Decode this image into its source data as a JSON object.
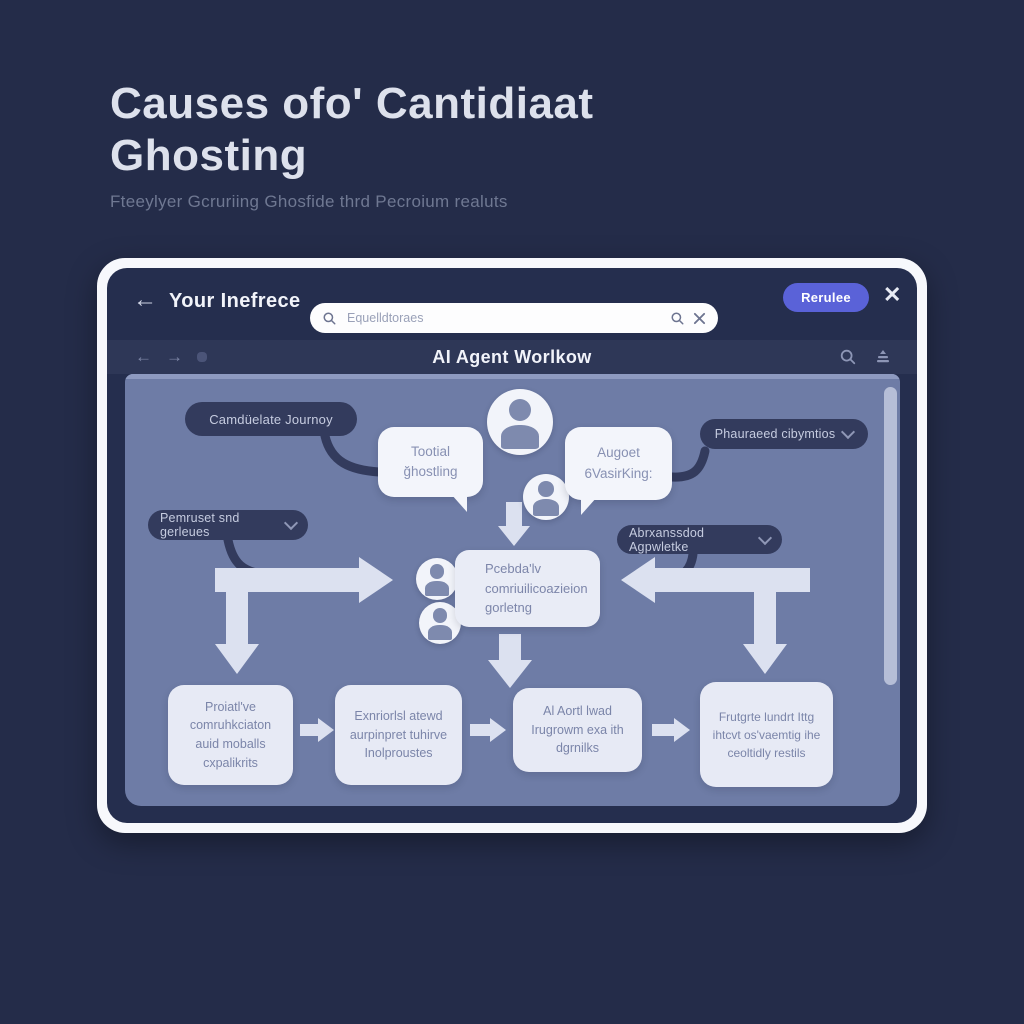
{
  "page": {
    "title_line1": "Causes ofo' Cantidiaat",
    "title_line2": "Ghosting",
    "subtitle": "Fteeylyer Gcruriing Ghosfide thrd Pecroium realuts"
  },
  "window": {
    "header": {
      "back_icon": "←",
      "title": "Your Inefrece",
      "search_placeholder": "Equelldtoraes",
      "action_button": "Rerulee",
      "close_icon": "✕"
    },
    "toolbar": {
      "back_icon": "←",
      "forward_icon": "→",
      "title": "AI Agent Worlkow"
    }
  },
  "canvas": {
    "pills": {
      "top_left": "Camdüelate Journoy",
      "top_right": "Phauraeed cibymtios",
      "mid_left": "Pemruset snd gerleues",
      "mid_right": "Abrxanssdod Agpwletke"
    },
    "bubbles": {
      "left": {
        "l1": "Tootial",
        "l2": "ğhostling"
      },
      "right": {
        "l1": "Augoet",
        "l2": "6VasirKing:"
      }
    },
    "center_box": {
      "l1": "Pcebda'lv",
      "l2": "comriuilicoazieion",
      "l3": "gorletng"
    },
    "bottom": {
      "box1": {
        "l1": "Proiatl've",
        "l2": "comruhkciaton",
        "l3": "auid moballs",
        "l4": "cxpalikrits"
      },
      "box2": {
        "l1": "Exnriorlsl atewd",
        "l2": "aurpinpret tuhirve",
        "l3": "Inolproustes"
      },
      "box3": {
        "l1": "Al Aortl lwad",
        "l2": "Irugrowm exa ith",
        "l3": "dgrnilks"
      },
      "box4": {
        "l1": "Frutgrte lundrt Ittg",
        "l2": "ihtcvt os'vaemtig ihe",
        "l3": "ceoltidly restils"
      }
    }
  },
  "colors": {
    "background": "#242c49",
    "canvas": "#6e7ca6",
    "dark_pill": "#333b5d",
    "light_box": "#e7eaf5",
    "accent_button": "#5a62d8",
    "arrow": "#dce1f0"
  }
}
